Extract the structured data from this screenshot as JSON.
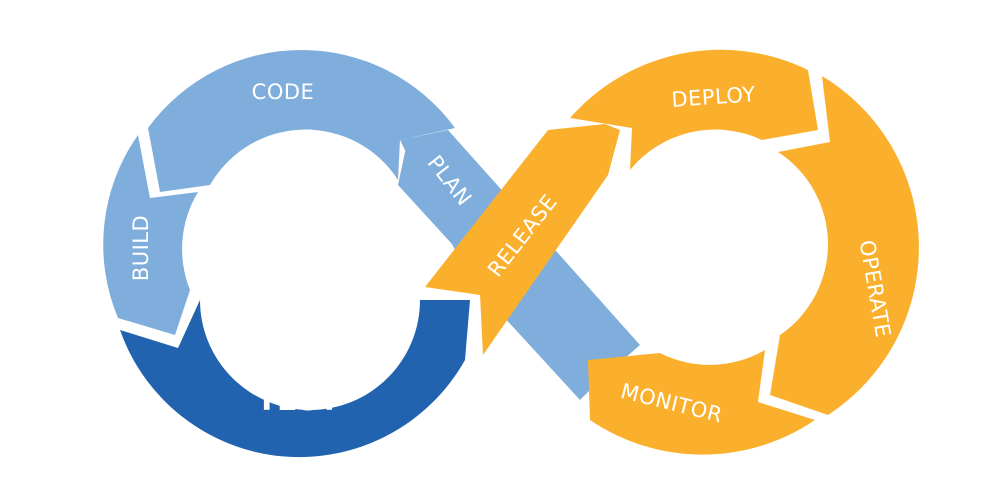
{
  "diagram": {
    "title": "DevOps Lifecycle",
    "colors": {
      "dev_light": "#7FAEDC",
      "dev_dark": "#2163AE",
      "ops": "#FBB02D",
      "separator": "#ffffff",
      "label": "#ffffff"
    },
    "stages": {
      "plan": "PLAN",
      "code": "CODE",
      "build": "BUILD",
      "test": "TEST",
      "release": "RELEASE",
      "deploy": "DEPLOY",
      "operate": "OPERATE",
      "monitor": "MONITOR"
    }
  }
}
